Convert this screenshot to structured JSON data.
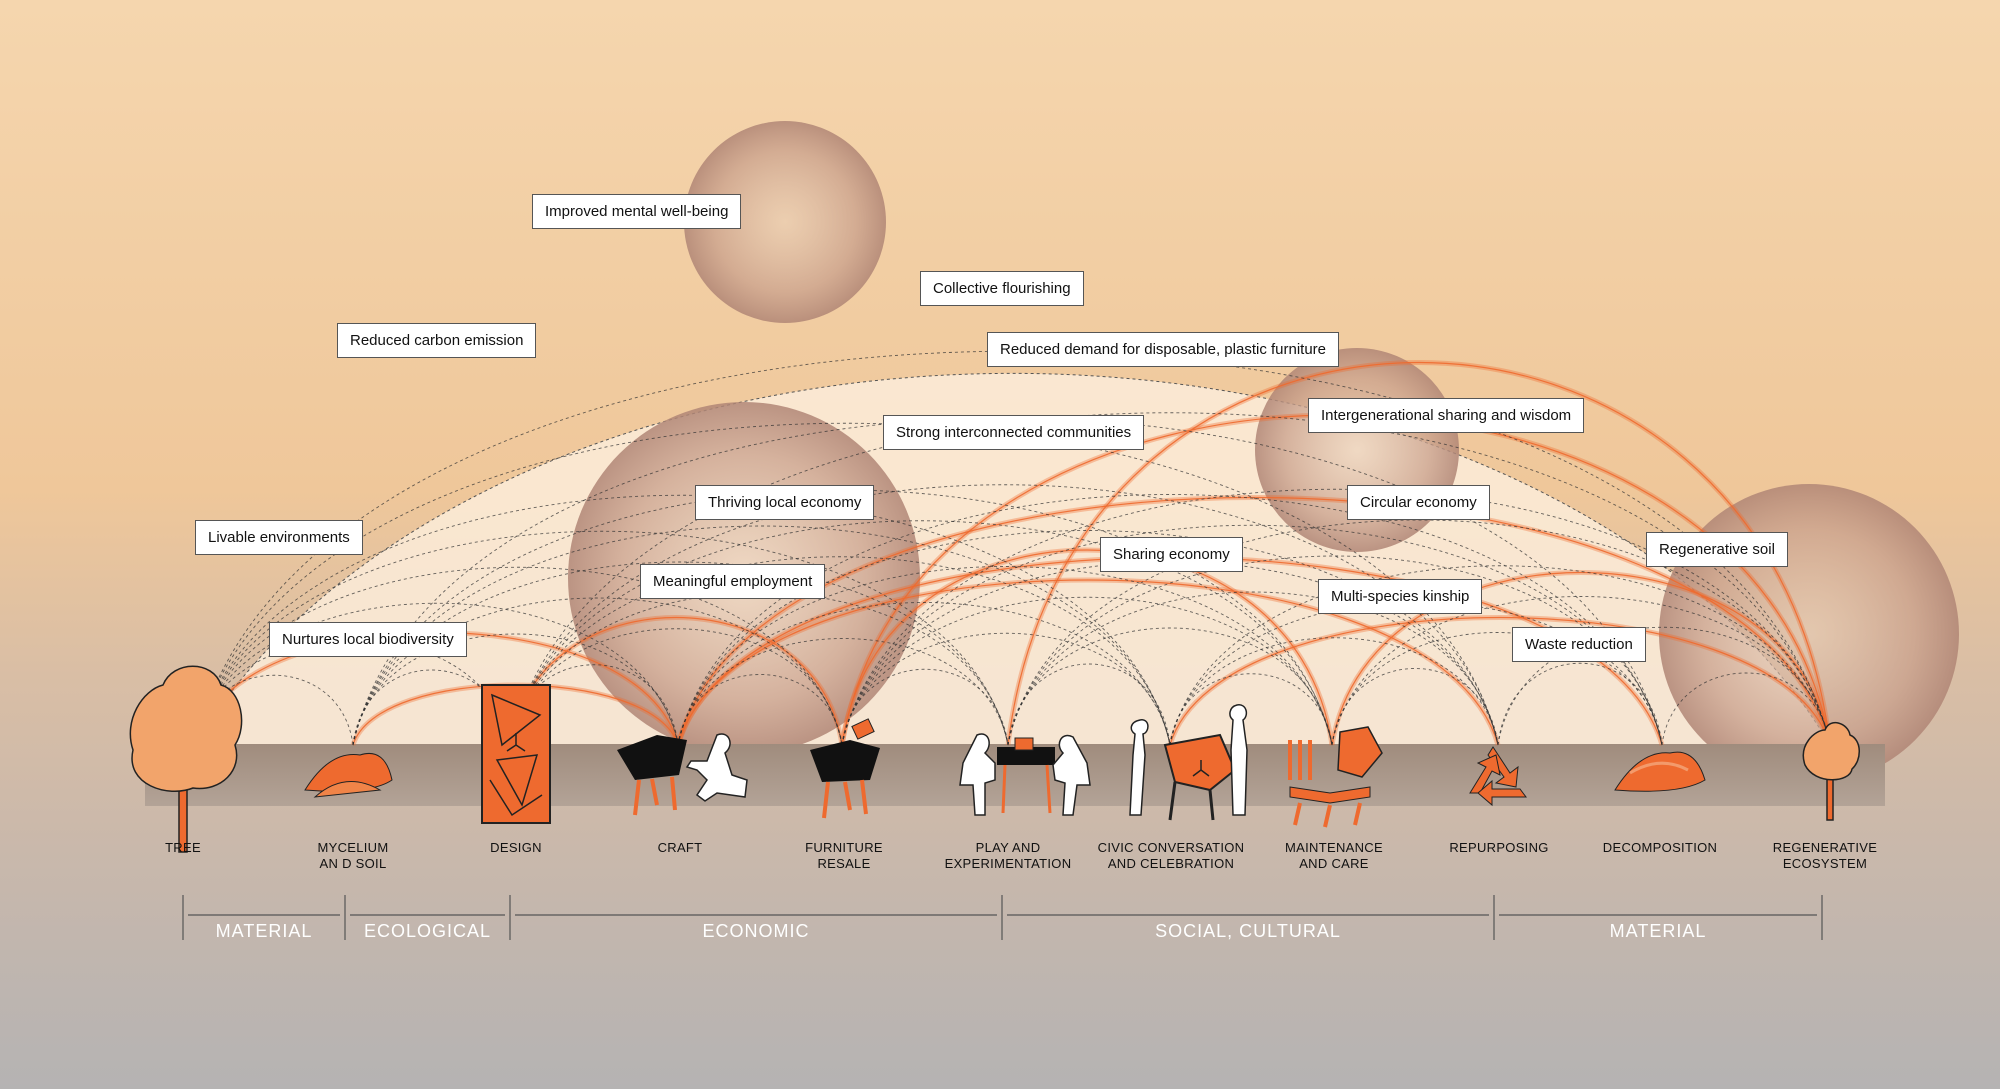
{
  "benefits": [
    {
      "id": "mental",
      "label": "Improved mental well-being"
    },
    {
      "id": "collective",
      "label": "Collective flourishing"
    },
    {
      "id": "carbon",
      "label": "Reduced carbon emission"
    },
    {
      "id": "plastic",
      "label": "Reduced demand for disposable, plastic furniture"
    },
    {
      "id": "intergen",
      "label": "Intergenerational sharing and wisdom"
    },
    {
      "id": "communities",
      "label": "Strong interconnected communities"
    },
    {
      "id": "localecon",
      "label": "Thriving local economy"
    },
    {
      "id": "circular",
      "label": "Circular economy"
    },
    {
      "id": "livable",
      "label": "Livable environments"
    },
    {
      "id": "regensoil",
      "label": "Regenerative soil"
    },
    {
      "id": "sharing",
      "label": "Sharing economy"
    },
    {
      "id": "employment",
      "label": "Meaningful employment"
    },
    {
      "id": "kinship",
      "label": "Multi-species kinship"
    },
    {
      "id": "biodiversity",
      "label": "Nurtures local biodiversity"
    },
    {
      "id": "waste",
      "label": "Waste reduction"
    }
  ],
  "stages": [
    {
      "id": "tree",
      "label": "TREE",
      "icon": "tree-icon"
    },
    {
      "id": "mycelium",
      "label": "MYCELIUM\nAN D SOIL",
      "icon": "soil-mound-icon"
    },
    {
      "id": "design",
      "label": "DESIGN",
      "icon": "design-panel-icon"
    },
    {
      "id": "craft",
      "label": "CRAFT",
      "icon": "craftsperson-table-icon"
    },
    {
      "id": "resale",
      "label": "FURNITURE\nRESALE",
      "icon": "price-tag-table-icon"
    },
    {
      "id": "play",
      "label": "PLAY AND\nEXPERIMENTATION",
      "icon": "people-at-table-icon"
    },
    {
      "id": "civic",
      "label": "CIVIC CONVERSATION\nAND CELEBRATION",
      "icon": "people-around-table-icon"
    },
    {
      "id": "maintenance",
      "label": "MAINTENANCE\nAND CARE",
      "icon": "repair-tools-icon"
    },
    {
      "id": "repurposing",
      "label": "REPURPOSING",
      "icon": "recycle-icon"
    },
    {
      "id": "decomposition",
      "label": "DECOMPOSITION",
      "icon": "compost-mound-icon"
    },
    {
      "id": "regen",
      "label": "REGENERATIVE\nECOSYSTEM",
      "icon": "young-tree-icon"
    }
  ],
  "categories": [
    {
      "id": "material1",
      "label": "MATERIAL"
    },
    {
      "id": "ecological",
      "label": "ECOLOGICAL"
    },
    {
      "id": "economic",
      "label": "ECONOMIC"
    },
    {
      "id": "social",
      "label": "SOCIAL, CULTURAL"
    },
    {
      "id": "material2",
      "label": "MATERIAL"
    }
  ],
  "colors": {
    "accent": "#ee6a2f",
    "accent_light": "#f39a6b",
    "dome": "#fbe9d6",
    "bubble": "#b88d7d",
    "ground": "#a69384",
    "line": "#333333"
  }
}
